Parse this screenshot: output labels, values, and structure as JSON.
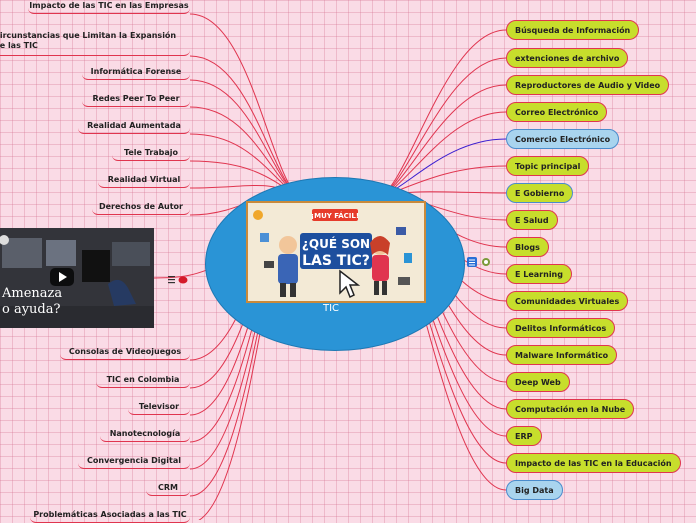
{
  "center": {
    "label": "TIC",
    "image_caption": "¡MUY FÁCIL!",
    "image_title": "¿QUÉ SON LAS TIC?"
  },
  "video": {
    "text": "Amenaza\no ayuda?"
  },
  "left_nodes": [
    "Impacto de las TIC en las Empresas",
    "Circunstancias que Limitan la Expansión de las TIC",
    "Informática Forense",
    "Redes Peer To Peer",
    "Realidad Aumentada",
    "Tele Trabajo",
    "Realidad Virtual",
    "Derechos de Autor",
    "Consolas de Videojuegos",
    "TIC en Colombia",
    "Televisor",
    "Nanotecnología",
    "Convergencia Digital",
    "CRM",
    "Problemáticas Asociadas a las TIC"
  ],
  "right_nodes": [
    "Búsqueda de Información",
    "extenciones de archivo",
    "Reproductores de Audio y Video",
    "Correo Electrónico",
    "Comercio Electrónico",
    "Topic principal",
    "E Gobierno",
    "E Salud",
    "Blogs",
    "E Learning",
    "Comunidades Virtuales",
    "Delitos Informáticos",
    "Malware Informático",
    "Deep Web",
    "Computación en la Nube",
    "ERP",
    "Impacto de las TIC en la Educación",
    "Big Data"
  ],
  "icons": {
    "left_marker": "notes-icon",
    "left_pin": "red-pin-icon",
    "right_marker": "notes-icon",
    "right_badge": "badge-icon"
  },
  "colors": {
    "background": "#fadbe6",
    "connector": "#e0354f",
    "connector_alt": "#3b1fd0",
    "center_fill": "#2a94d6",
    "node_green": "#c7de2c",
    "node_blue": "#a9d4ee"
  }
}
